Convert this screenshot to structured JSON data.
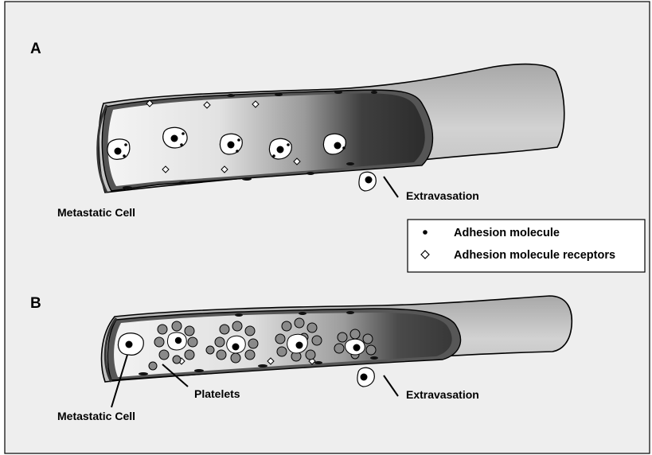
{
  "panels": {
    "a": {
      "letter": "A",
      "cell_label": "Metastatic Cell",
      "extravasation_label": "Extravasation"
    },
    "b": {
      "letter": "B",
      "cell_label": "Metastatic Cell",
      "platelets_label": "Platelets",
      "extravasation_label": "Extravasation"
    }
  },
  "legend": {
    "items": [
      {
        "symbol": "dot",
        "label": "Adhesion molecule"
      },
      {
        "symbol": "diamond",
        "label": "Adhesion molecule receptors"
      }
    ]
  },
  "colors": {
    "background": "#eeeeee",
    "vessel_dark": "#4a4a4a",
    "vessel_light": "#d6d6d6",
    "platelet": "#888888",
    "cell": "#ffffff"
  }
}
